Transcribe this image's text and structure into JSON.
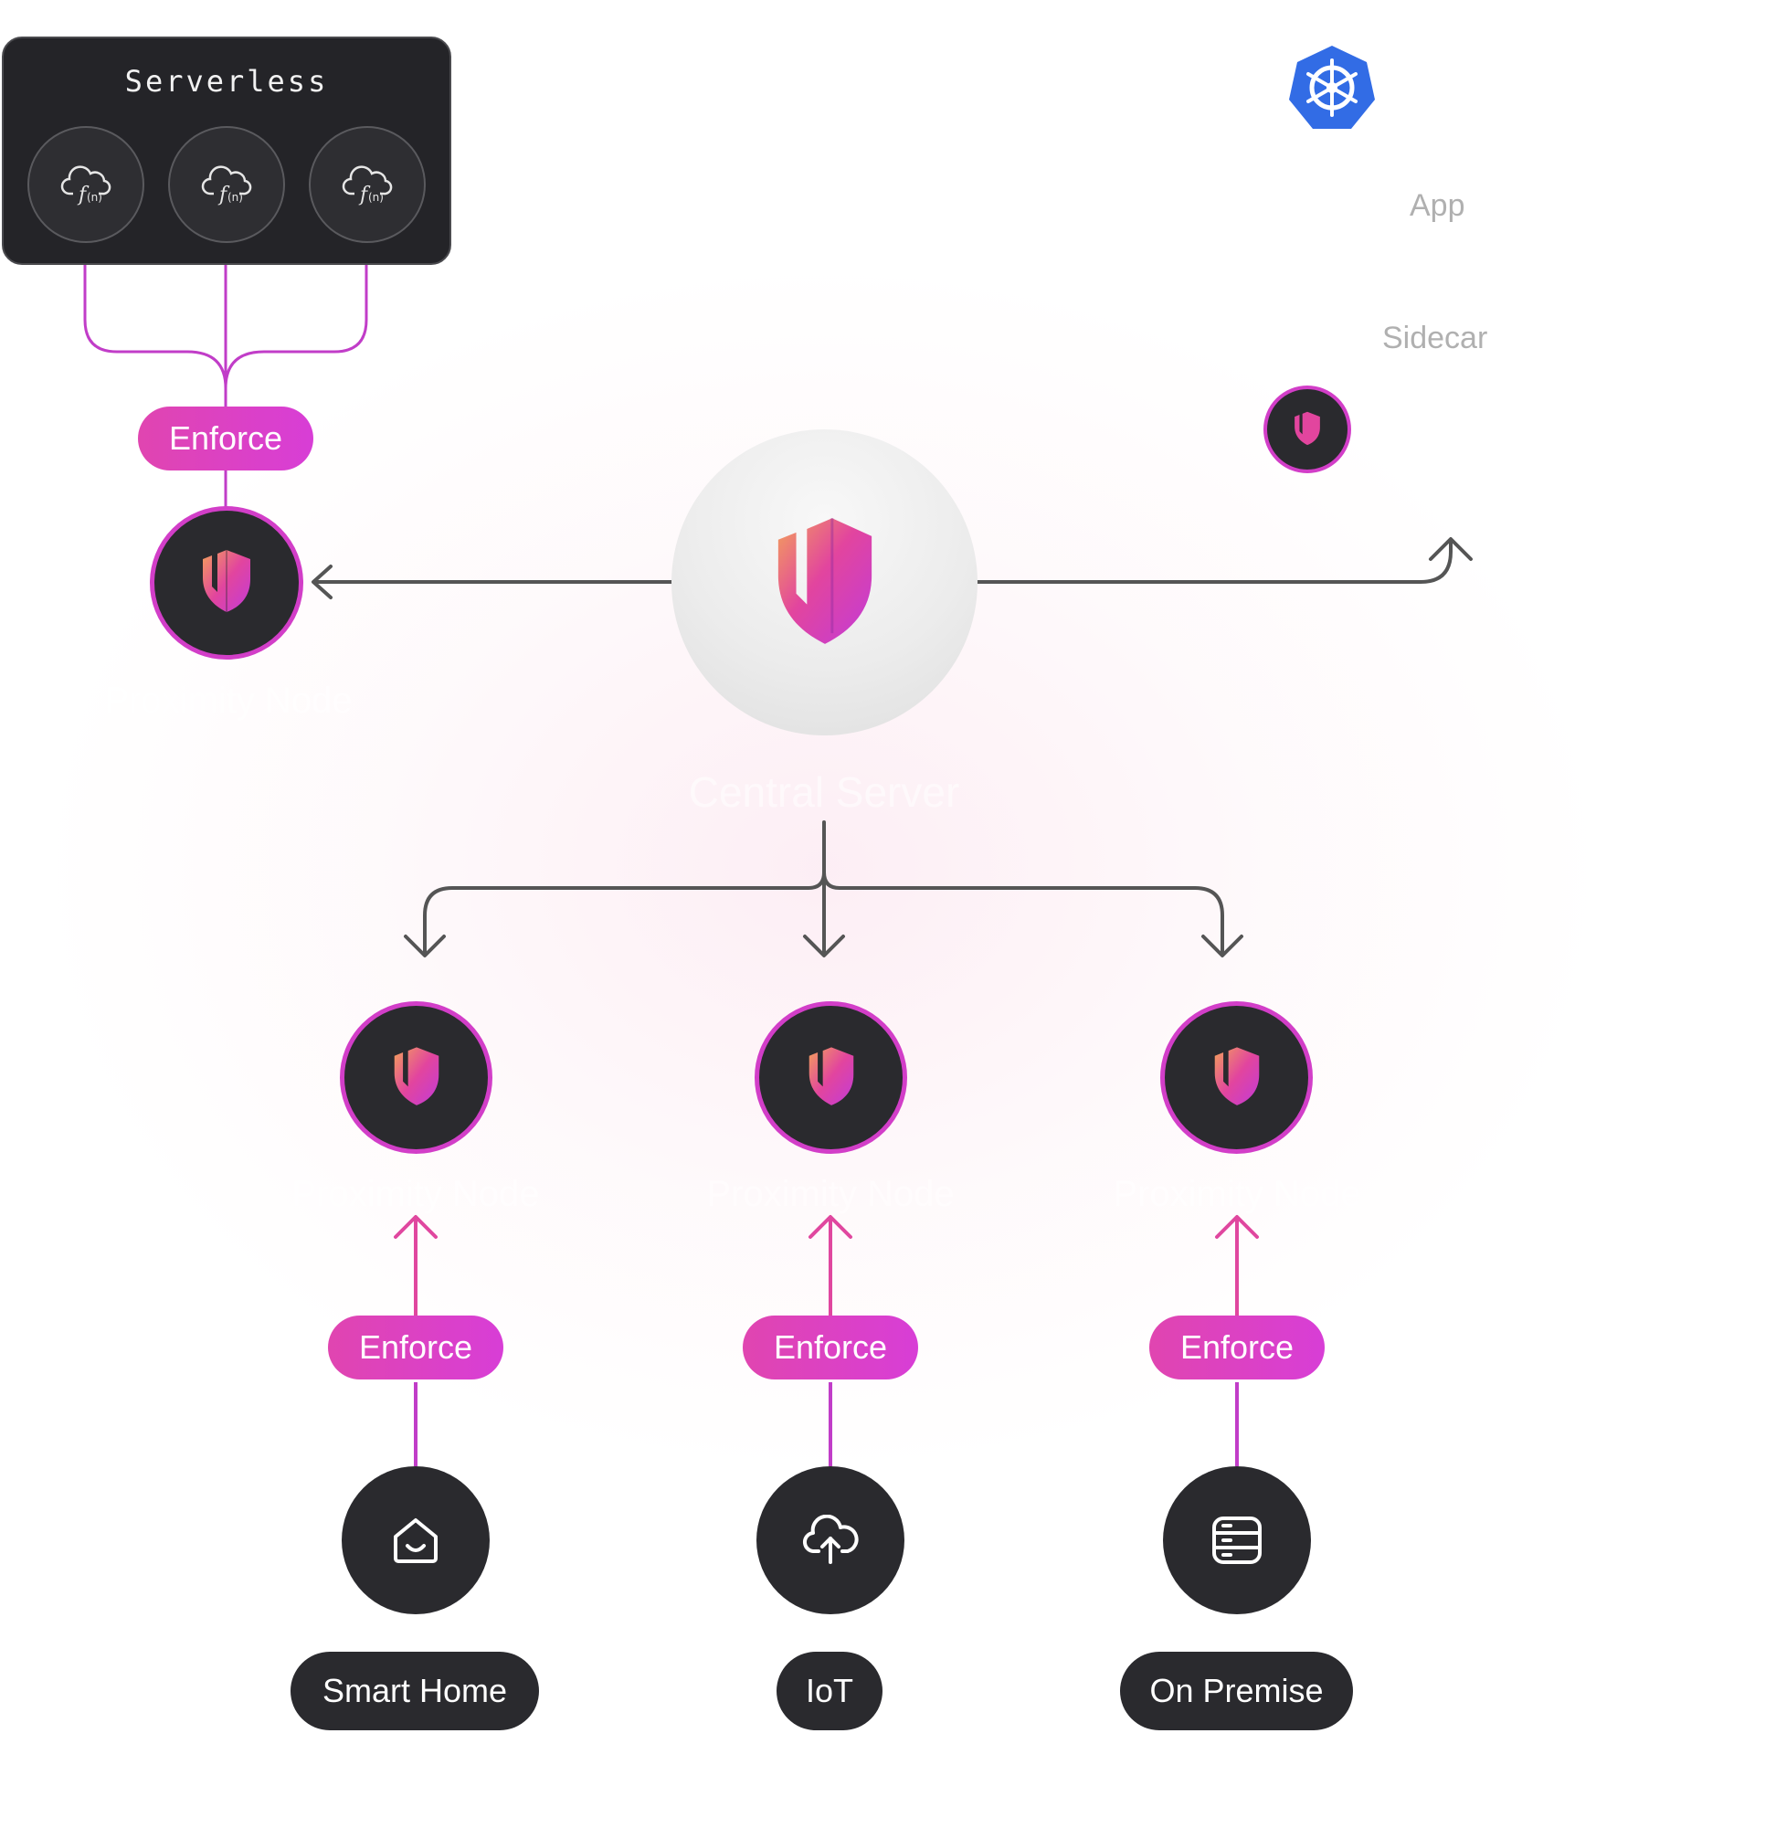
{
  "serverless": {
    "title": "Serverless",
    "functions": [
      {
        "icon": "cloud-function-icon"
      },
      {
        "icon": "cloud-function-icon"
      },
      {
        "icon": "cloud-function-icon"
      }
    ]
  },
  "labels": {
    "enforce": "Enforce",
    "central_server": "Central Server",
    "proximity_node": "Proximity Node"
  },
  "kubernetes": {
    "icon": "kubernetes-icon",
    "app": "App",
    "sidecar": "Sidecar",
    "proximity": "Proximity"
  },
  "devices": [
    {
      "label": "Smart Home",
      "icon": "smart-home-icon"
    },
    {
      "label": "IoT",
      "icon": "cloud-upload-icon"
    },
    {
      "label": "On Premise",
      "icon": "server-icon"
    }
  ],
  "colors": {
    "accent_pink": "#e045b0",
    "accent_magenta": "#d23ec8",
    "node_dark": "#2a2a2e",
    "kubernetes_blue": "#326ce5",
    "arrow_gray": "#555555"
  }
}
